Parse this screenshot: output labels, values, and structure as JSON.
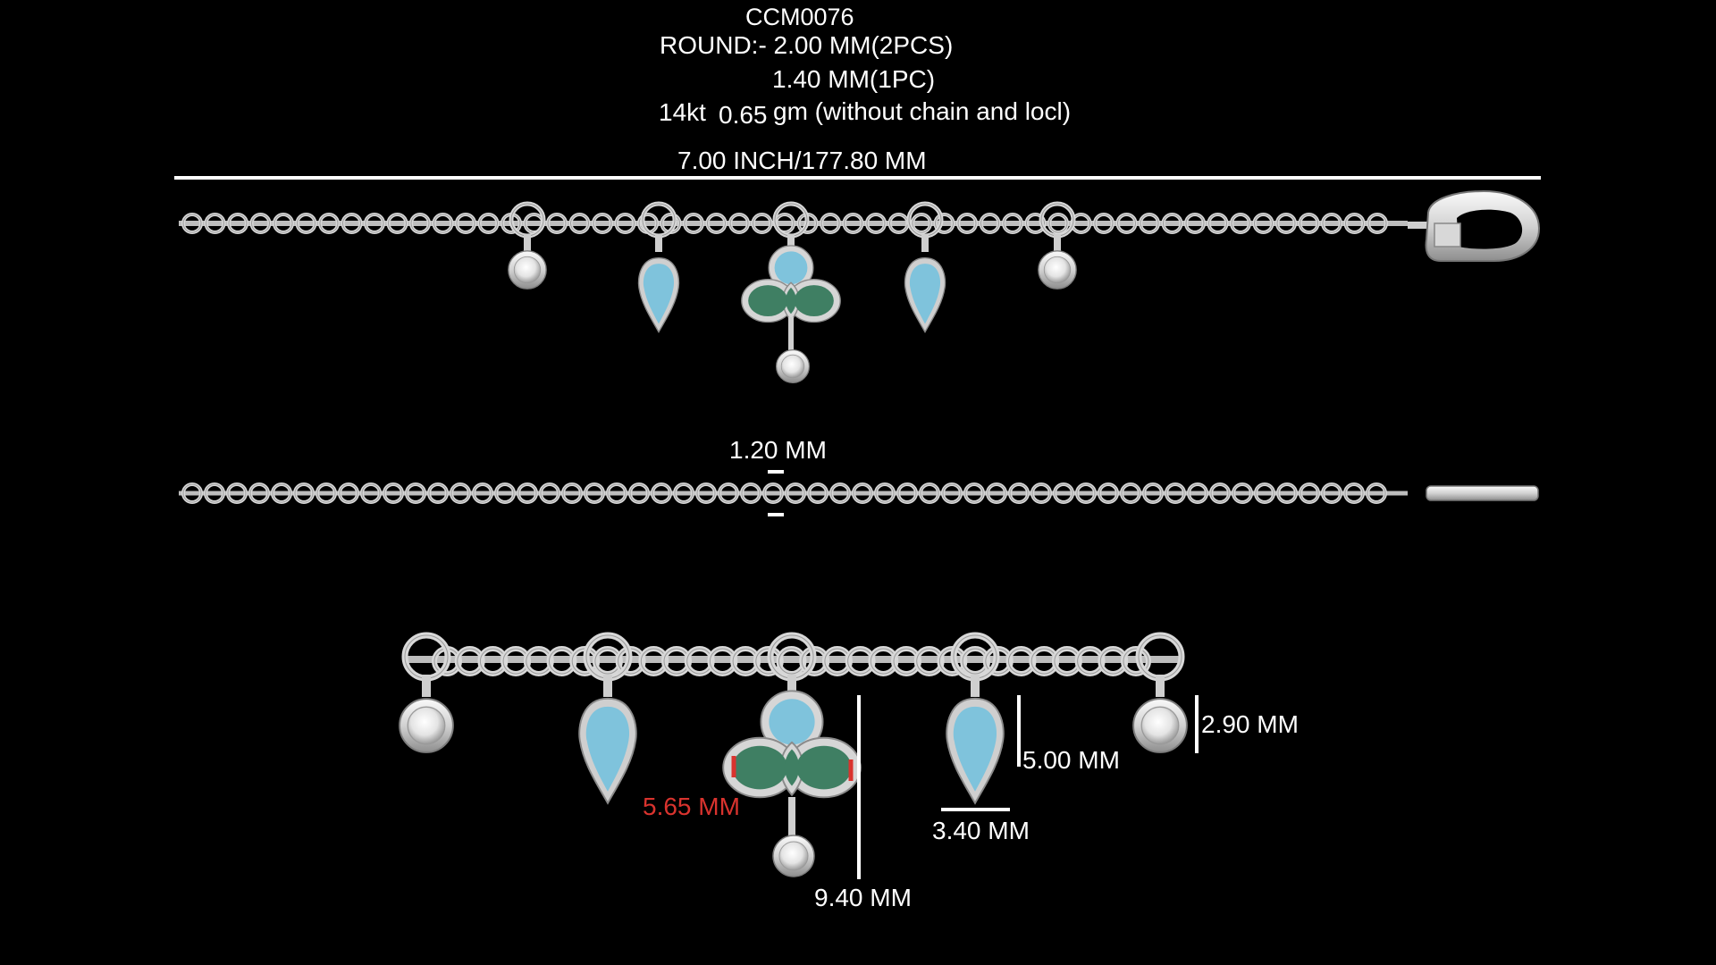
{
  "header": {
    "design_code": "CCM0076",
    "stone_line_1": "ROUND:- 2.00 MM(2PCS)",
    "stone_line_2": "1.40 MM(1PC)",
    "metal_karat": "14kt",
    "metal_weight": "0.65",
    "metal_unit_note": "gm (without chain and locl)"
  },
  "dimensions": {
    "overall_length": "7.00 INCH/177.80 MM",
    "chain_thickness": "1.20 MM",
    "round_charm_size": "2.90 MM",
    "pear_charm_length": "5.00 MM",
    "pear_charm_width": "3.40 MM",
    "center_charm_width": "5.65 MM",
    "center_charm_drop": "9.40 MM"
  },
  "colors": {
    "background": "#000000",
    "metal": "#e6e6e6",
    "blue_enamel": "#7fc3dc",
    "green_enamel": "#3f7f63",
    "dimension_line": "#ffffff",
    "highlight_dimension": "#d9332e"
  }
}
